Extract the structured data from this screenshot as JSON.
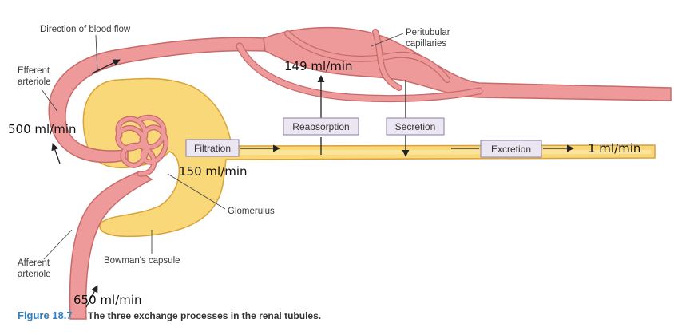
{
  "labels": {
    "direction_of_blood_flow": "Direction of blood flow",
    "efferent_line1": "Efferent",
    "efferent_line2": "arteriole",
    "peritubular_line1": "Peritubular",
    "peritubular_line2": "capillaries",
    "glomerulus": "Glomerulus",
    "bowmans_capsule": "Bowman's capsule",
    "afferent_line1": "Afferent",
    "afferent_line2": "arteriole"
  },
  "processes": {
    "filtration": "Filtration",
    "reabsorption": "Reabsorption",
    "secretion": "Secretion",
    "excretion": "Excretion"
  },
  "flow_rates": {
    "afferent": "650 ml/min",
    "efferent": "500 ml/min",
    "filtration": "150 ml/min",
    "reabsorption": "149 ml/min",
    "excretion": "1 ml/min"
  },
  "caption": {
    "figure": "Figure 18.7",
    "text": "The three exchange processes in the renal tubules."
  },
  "colors": {
    "vessel": "#ee9a9a",
    "vessel_edge": "#c96a6a",
    "tubule": "#f8d878",
    "tubule_edge": "#d9a23a",
    "box_fill": "#ece6f3",
    "box_edge": "#8a7fa8",
    "caption_blue": "#2f7fc1"
  }
}
